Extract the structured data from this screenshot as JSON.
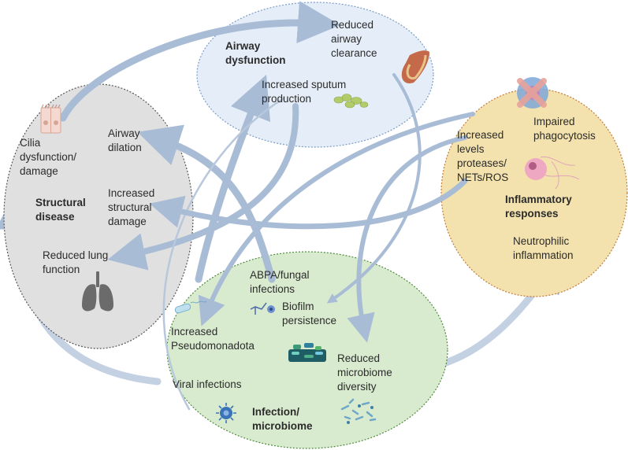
{
  "domains": {
    "airway": {
      "title": "Airway\ndysfunction",
      "fill": "#e5eef8",
      "stroke": "#7a9cc6"
    },
    "structural": {
      "title": "Structural\ndisease",
      "fill": "#e0e0e0",
      "stroke": "#555555"
    },
    "inflammatory": {
      "title": "Inflammatory\nresponses",
      "fill": "#f3e2ad",
      "stroke": "#c47a3a"
    },
    "infection": {
      "title": "Infection/\nmicrobiome",
      "fill": "#d9ebcf",
      "stroke": "#4f8a3e"
    }
  },
  "features": {
    "reduced_airway_clearance": "Reduced\nairway\nclearance",
    "increased_sputum": "Increased sputum\nproduction",
    "cilia": "Cilia\ndysfunction/\ndamage",
    "airway_dilation": "Airway\ndilation",
    "increased_structural_damage": "Increased\nstructural\ndamage",
    "reduced_lung_function": "Reduced lung\nfunction",
    "impaired_phagocytosis": "Impaired\nphagocytosis",
    "increased_proteases": "Increased\nlevels\nproteases/\nNETs/ROS",
    "neutrophilic_inflammation": "Neutrophilic\ninflammation",
    "abpa": "ABPA/fungal\ninfections",
    "biofilm": "Biofilm\npersistence",
    "pseudomonadota": "Increased\nPseudomonadota",
    "reduced_microbiome": "Reduced\nmicrobiome\ndiversity",
    "viral": "Viral infections"
  },
  "colors": {
    "arrow": "#a9bcd6",
    "arrow_light": "#c9d6e6"
  },
  "icons": [
    "cilia-cells-icon",
    "airway-tube-icon",
    "sputum-icon",
    "lungs-icon",
    "macrophage-icon",
    "neutrophil-net-icon",
    "fungus-icon",
    "pseudomonas-icon",
    "biofilm-icon",
    "virus-icon",
    "microbiome-icon"
  ]
}
